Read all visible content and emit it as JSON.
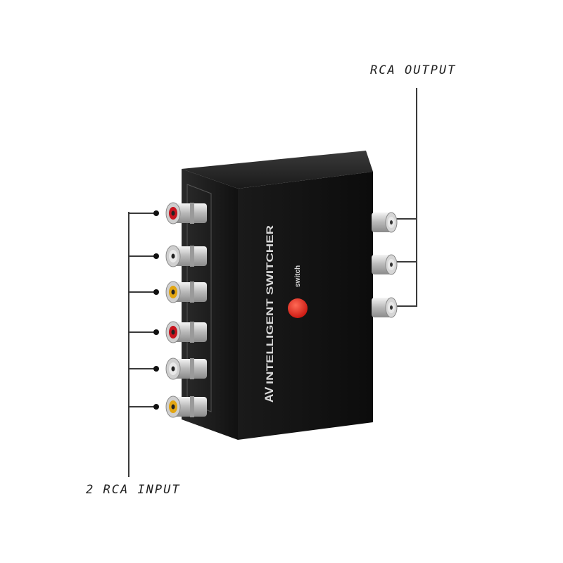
{
  "labels": {
    "output": "RCA OUTPUT",
    "input": "2 RCA INPUT"
  },
  "device": {
    "brand_prefix": "AV",
    "name": "INTELLIGENT SWITCHER",
    "button_label": "switch"
  },
  "colors": {
    "body": "#141414",
    "red_jack": "#c8141e",
    "yellow_jack": "#e2a512",
    "white_jack": "#e8e8e8",
    "button": "#e0201a"
  },
  "input_jacks": [
    "red",
    "white",
    "yellow",
    "red",
    "white",
    "yellow"
  ],
  "output_jacks": [
    "white",
    "white",
    "white"
  ]
}
